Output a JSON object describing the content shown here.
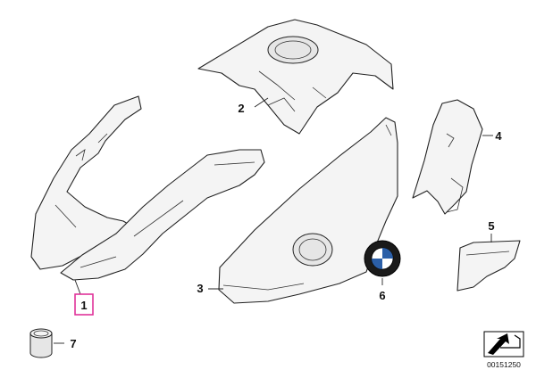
{
  "diagram": {
    "callouts": [
      {
        "id": "1",
        "label": "1",
        "highlighted": true
      },
      {
        "id": "2",
        "label": "2"
      },
      {
        "id": "3",
        "label": "3"
      },
      {
        "id": "4",
        "label": "4"
      },
      {
        "id": "5",
        "label": "5"
      },
      {
        "id": "6",
        "label": "6"
      },
      {
        "id": "7",
        "label": "7"
      }
    ],
    "diagram_code": "00151250",
    "highlight_color": "#e0339a"
  }
}
